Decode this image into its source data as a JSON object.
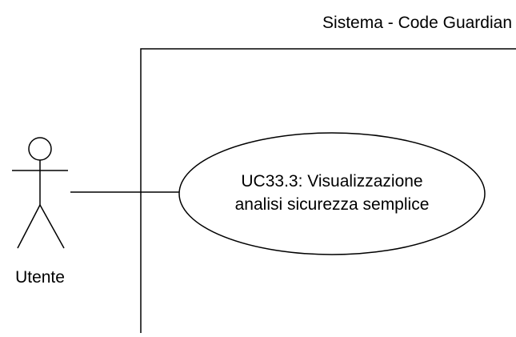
{
  "system": {
    "title": "Sistema - Code Guardian"
  },
  "actor": {
    "label": "Utente"
  },
  "use_case": {
    "line1": "UC33.3: Visualizzazione",
    "line2": "analisi sicurezza semplice"
  },
  "colors": {
    "stroke": "#000000",
    "background": "#ffffff"
  }
}
